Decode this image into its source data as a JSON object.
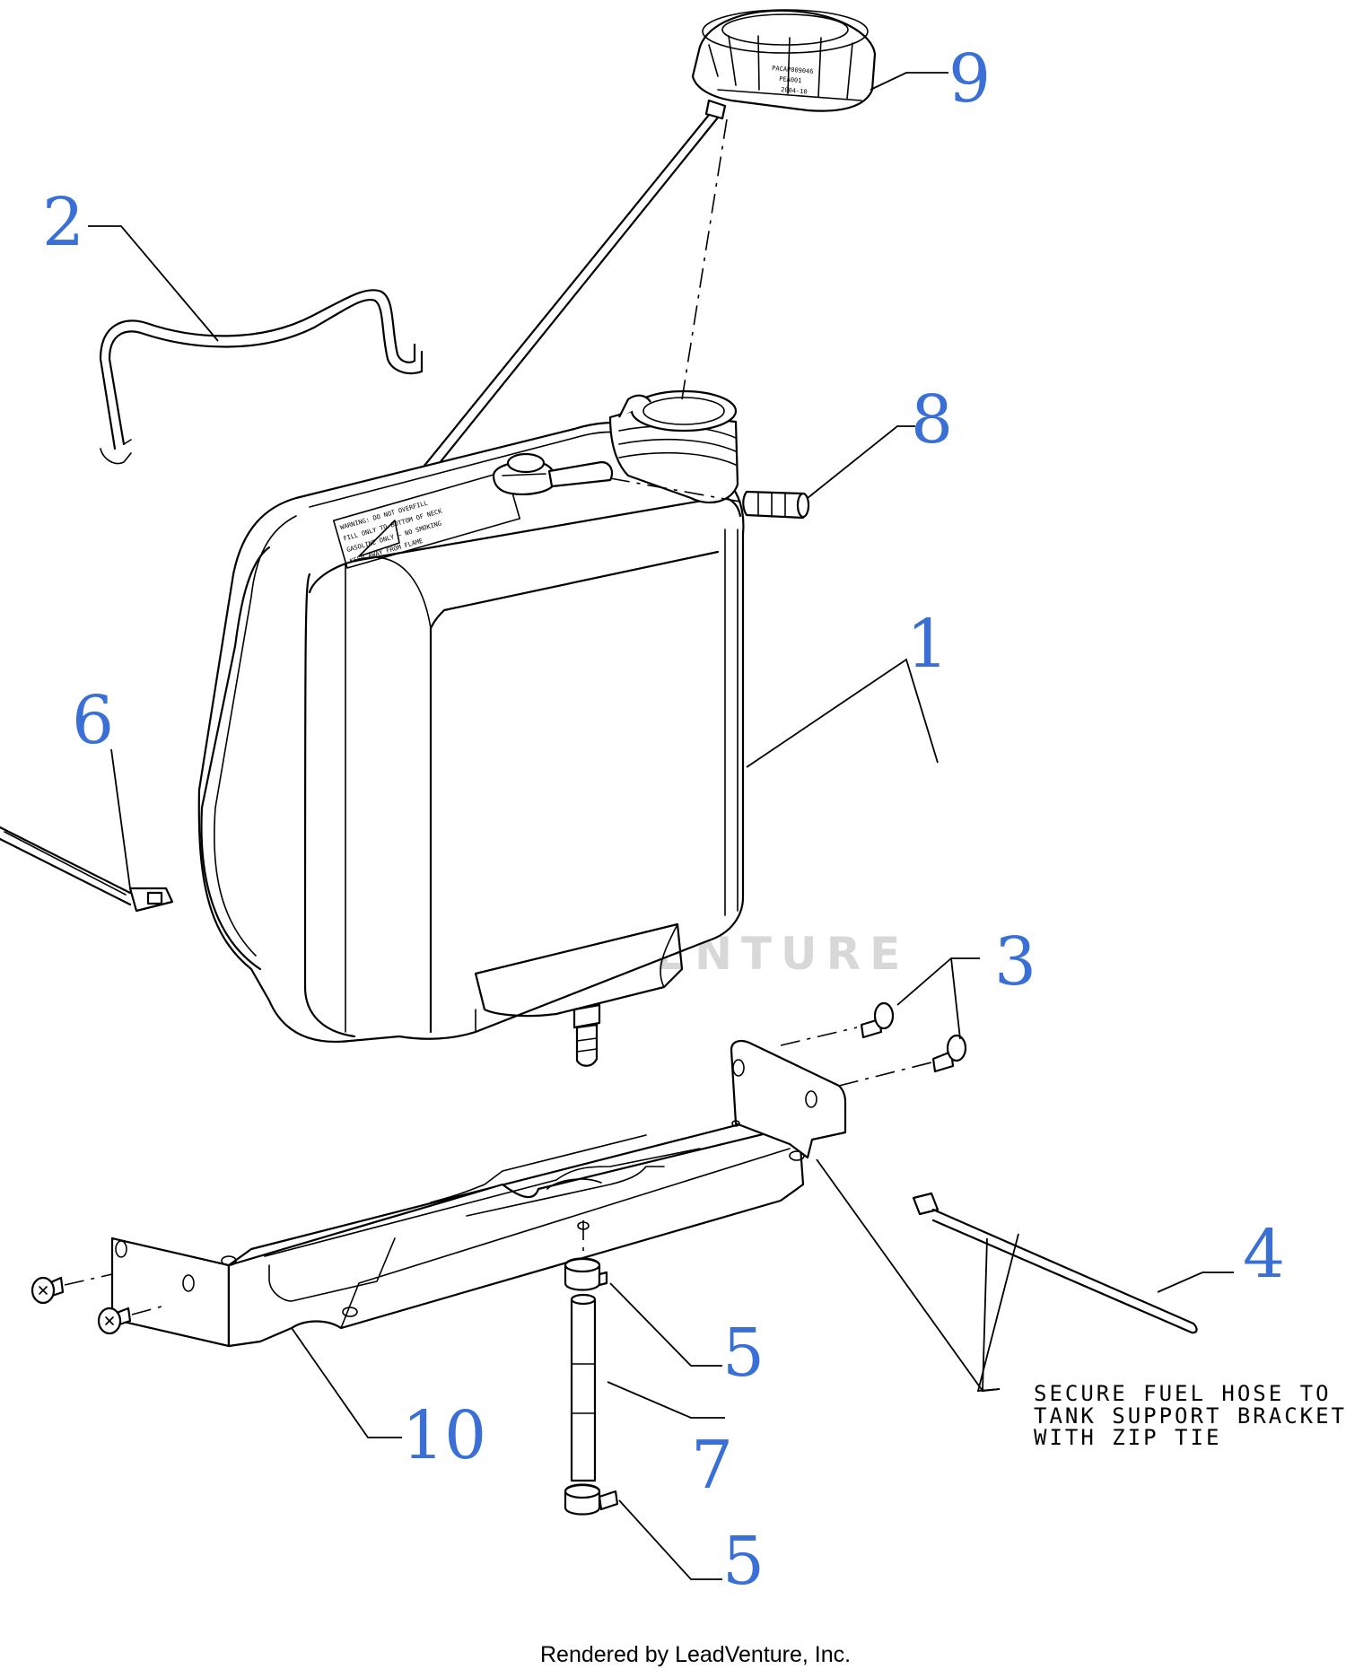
{
  "callouts": {
    "c1": "1",
    "c2": "2",
    "c3": "3",
    "c4": "4",
    "c5a": "5",
    "c5b": "5",
    "c6": "6",
    "c7": "7",
    "c8": "8",
    "c9": "9",
    "c10": "10"
  },
  "note": {
    "line1": "SECURE FUEL HOSE TO",
    "line2": "TANK SUPPORT BRACKET",
    "line3": "WITH ZIP TIE"
  },
  "watermark": {
    "text": "LEADVENTURE"
  },
  "footer": {
    "text": "Rendered by LeadVenture, Inc."
  },
  "colors": {
    "callout": "#3a6fd6",
    "line": "#000000",
    "watermark": "#d8d8d8"
  }
}
